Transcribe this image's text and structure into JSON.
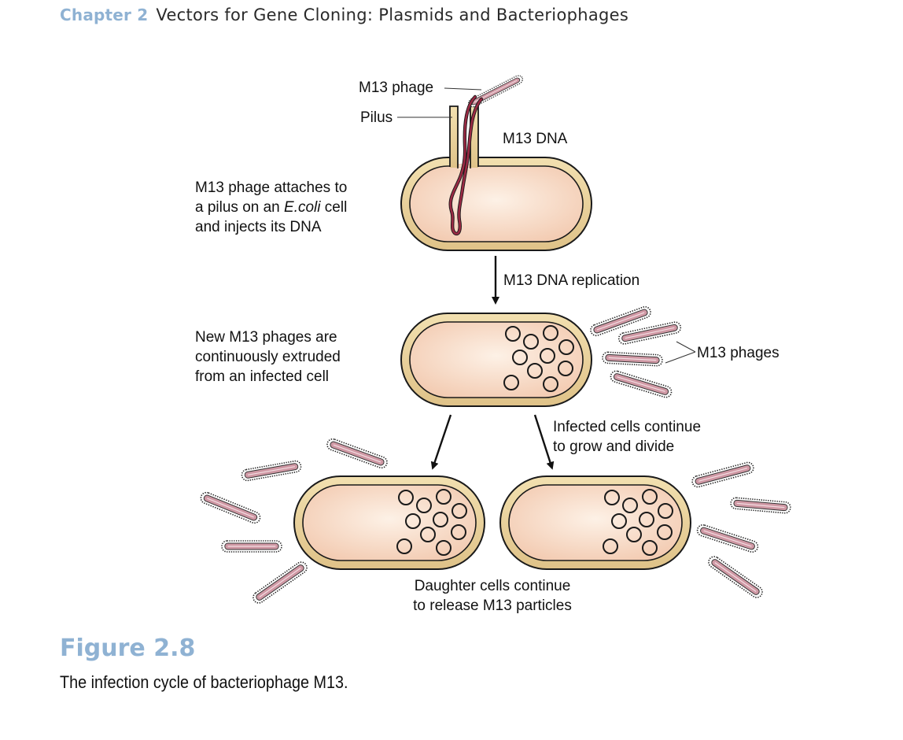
{
  "header": {
    "chapter": "Chapter 2",
    "title": "Vectors for Gene Cloning: Plasmids and Bacteriophages"
  },
  "diagram": {
    "label_phage": "M13 phage",
    "label_pilus": "Pilus",
    "label_dna": "M13 DNA",
    "step1_line1": "M13 phage attaches to",
    "step1_line2a": "a pilus on an ",
    "step1_line2b": "E.coli",
    "step1_line2c": " cell",
    "step1_line3": "and injects its DNA",
    "arrow1_label": "M13 DNA replication",
    "step2_line1": "New M13 phages are",
    "step2_line2": "continuously extruded",
    "step2_line3": "from an infected cell",
    "phages_label": "M13 phages",
    "step3_line1": "Infected cells continue",
    "step3_line2": "to grow and divide",
    "step4_line1": "Daughter cells continue",
    "step4_line2": "to release M13 particles"
  },
  "colors": {
    "cell_wall": "#e9d29b",
    "cell_inner": "#f8dcc6",
    "dna": "#9a2a44",
    "phage_fill": "#cf98a4",
    "accent_blue": "#8fb2d3"
  },
  "figure": {
    "number": "Figure 2.8",
    "caption": "The infection cycle of bacteriophage M13."
  }
}
